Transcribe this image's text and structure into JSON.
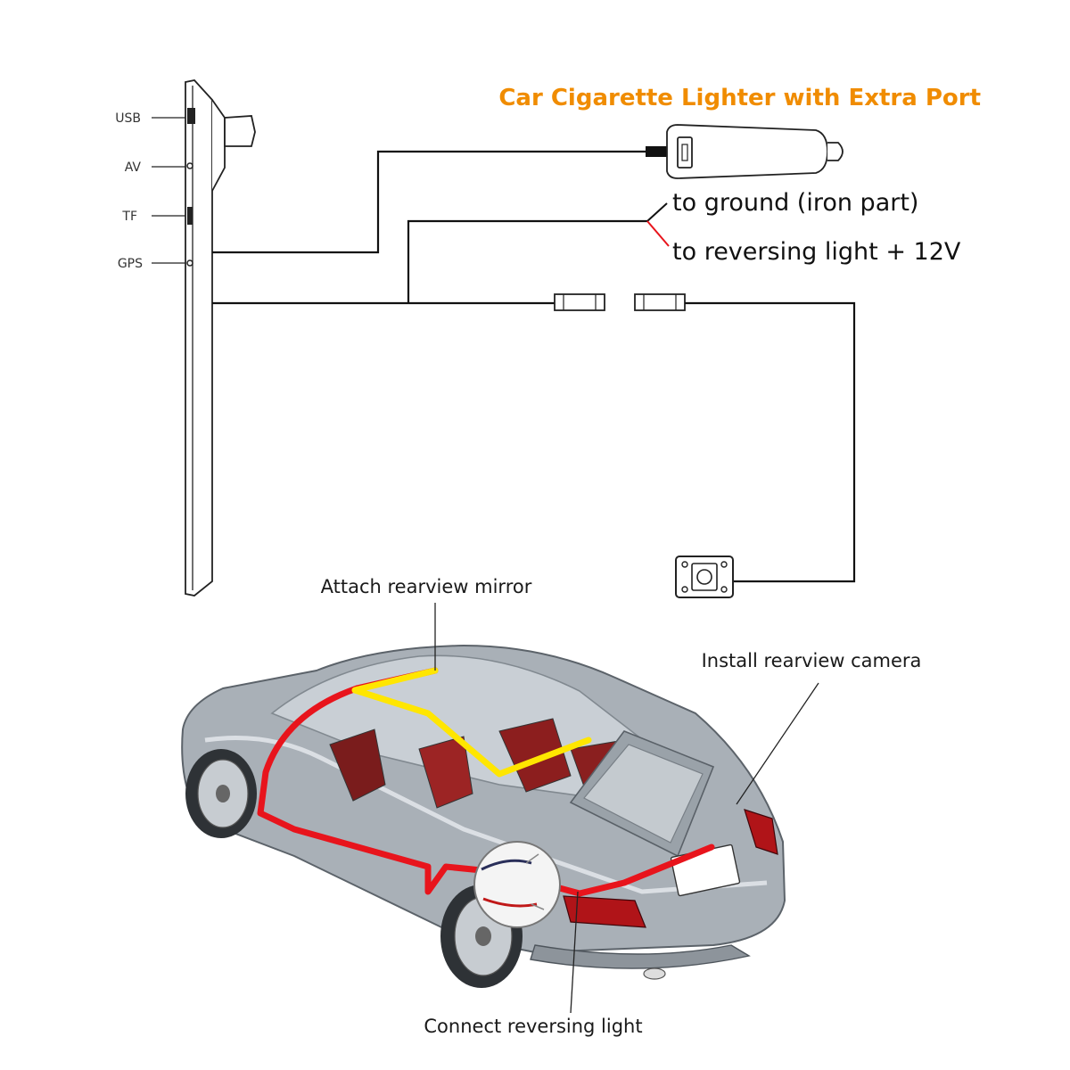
{
  "title": {
    "text": "Car Cigarette Lighter with Extra Port",
    "color": "#f08c00"
  },
  "ports": {
    "usb": "USB",
    "av": "AV",
    "tf": "TF",
    "gps": "GPS"
  },
  "wires": {
    "ground": "to ground (iron part)",
    "reversing": "to reversing light + 12V",
    "ground_color": "#111111",
    "reversing_color": "#e8141c"
  },
  "callouts": {
    "mirror": "Attach rearview mirror",
    "camera": "Install rearview camera",
    "reversing_light": "Connect reversing light"
  },
  "route_colors": {
    "power": "#e8141c",
    "video": "#ffe600",
    "car_body": "#a9b0b7"
  }
}
